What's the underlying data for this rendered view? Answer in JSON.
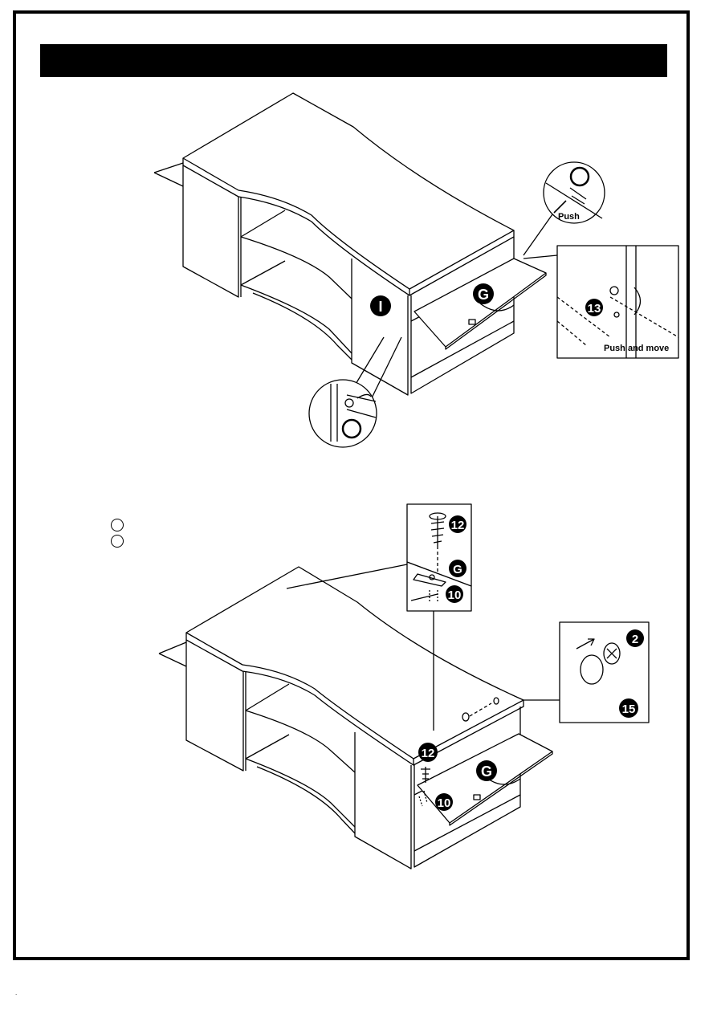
{
  "step_top": {
    "panel_G": "G",
    "panel_I": "I",
    "callout_push": "Push",
    "callout_part": "13",
    "callout_push_move": "Push and move"
  },
  "step_bottom": {
    "panel_G": "G",
    "part_12": "12",
    "part_10": "10",
    "part_2": "2",
    "part_15": "15",
    "detail_G": "G",
    "detail_12": "12",
    "detail_10": "10"
  },
  "page_marker": ".",
  "colors": {
    "ink": "#000000",
    "paper": "#ffffff"
  }
}
